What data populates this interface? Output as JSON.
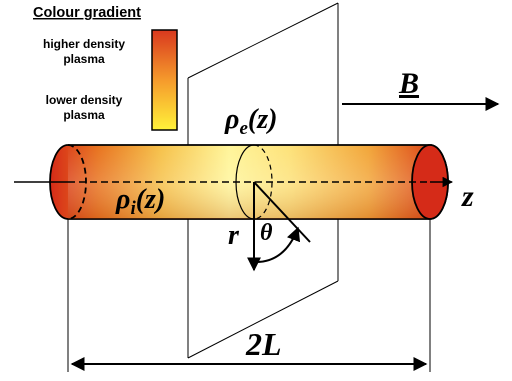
{
  "legend": {
    "title": "Colour gradient",
    "top_label_line1": "higher density",
    "top_label_line2": "plasma",
    "bottom_label_line1": "lower density",
    "bottom_label_line2": "plasma",
    "gradient_top_color": "#d9381e",
    "gradient_bottom_color": "#fff23a"
  },
  "labels": {
    "rho_e_symbol": "ρ",
    "rho_e_sub": "e",
    "rho_e_arg": "(z)",
    "rho_i_symbol": "ρ",
    "rho_i_sub": "i",
    "rho_i_arg": "(z)",
    "field": "B",
    "axis": "z",
    "radius": "r",
    "angle": "θ",
    "length": "2L"
  },
  "colors": {
    "tube_end": "#d52b18",
    "tube_center": "#fff79a",
    "tube_mid": "#f2b13a",
    "ink": "#000000"
  }
}
